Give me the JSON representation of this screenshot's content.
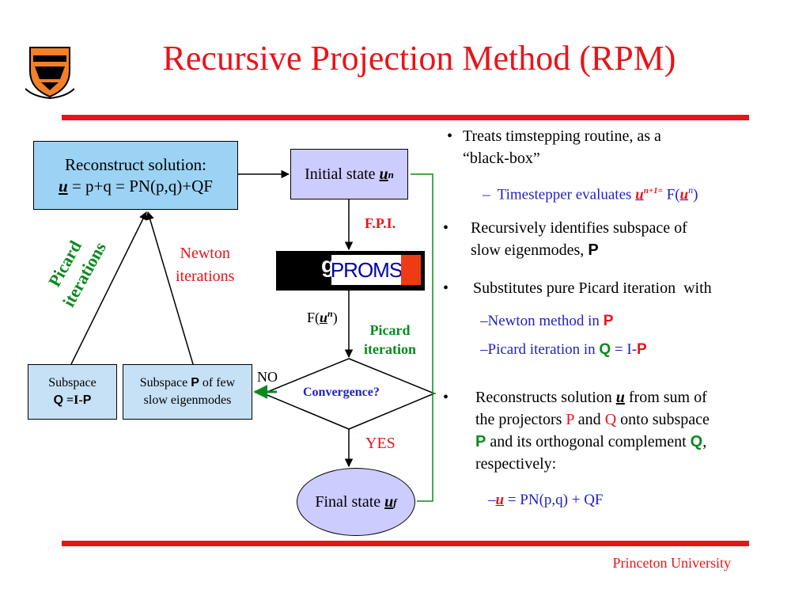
{
  "title": "Recursive Projection Method (RPM)",
  "footer": "Princeton University",
  "logo": {
    "name": "princeton-shield",
    "colors": [
      "#f58025",
      "#000000"
    ]
  },
  "diagram": {
    "reconstruct": {
      "line1": "Reconstruct solution:",
      "u": "u",
      "rest": " = p+q = PN(p,q)+QF"
    },
    "initial": {
      "text": "Initial state ",
      "u": "u",
      "sup": "n"
    },
    "fpi": "F.P.I.",
    "gproms": {
      "g": "g",
      "text": "PROMS"
    },
    "f_un": {
      "pre": "F(",
      "u": "u",
      "sup": "n",
      "post": ")"
    },
    "picard_iteration": [
      "Picard",
      "iteration"
    ],
    "convergence": "Convergence?",
    "no": "NO",
    "yes": "YES",
    "final": {
      "text": "Final state ",
      "u": "u",
      "sub": "f"
    },
    "subspace_p": {
      "pre": "Subspace ",
      "p": "P",
      "mid": " of few",
      "line2": "slow eigenmodes"
    },
    "subspace_q": {
      "line1": "Subspace",
      "q": "Q",
      "eq": " =I-",
      "p": "P"
    },
    "newton": [
      "Newton",
      "iterations"
    ],
    "picard_iterations_rot": [
      "Picard",
      "iterations"
    ]
  },
  "bullets": {
    "b1": {
      "marker": "•",
      "line1": "Treats timstepping routine, as a",
      "line2": "“black-box”"
    },
    "b1_sub": {
      "dash": "–",
      "text": "Timestepper evaluates ",
      "u": "u",
      "sup": "n+1=",
      "f": " F(",
      "u2": "u",
      "sup2": "n",
      "close": ")"
    },
    "b2": {
      "marker": "•",
      "line1": "Recursively identifies subspace of",
      "line2": "slow eigenmodes, ",
      "p": "P"
    },
    "b3": {
      "marker": "•",
      "line1": "Substitutes pure Picard iteration  with"
    },
    "b3_sub1": {
      "text": "–Newton method in ",
      "p": "P"
    },
    "b3_sub2": {
      "text": "–Picard iteration in ",
      "q": "Q",
      "eq": " = I-",
      "p": "P"
    },
    "b4": {
      "marker": "•",
      "line1": {
        "pre": "Reconstructs solution ",
        "u": "u",
        "post": " from sum of"
      },
      "line2": {
        "pre": "the projectors ",
        "p": "P",
        "mid": " and ",
        "q": "Q",
        "post": " onto subspace"
      },
      "line3": {
        "p": "P",
        "mid": " and its orthogonal complement ",
        "q": "Q",
        "post": ","
      },
      "line4": "respectively:"
    },
    "b4_sub": {
      "dash": "–",
      "u": "u",
      "rest": " = PN(p,q) + QF"
    }
  }
}
